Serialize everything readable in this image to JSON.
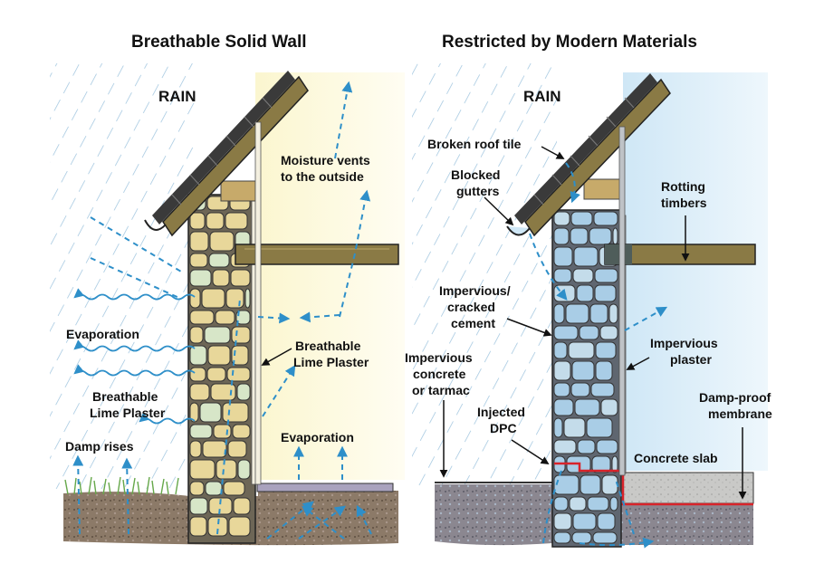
{
  "left_panel": {
    "title": "Breathable Solid Wall",
    "rain": "RAIN",
    "moisture_vents_1": "Moisture vents",
    "moisture_vents_2": "to the outside",
    "evaporation_left": "Evaporation",
    "breathable_inside_1": "Breathable",
    "breathable_inside_2": "Lime Plaster",
    "breathable_outside_1": "Breathable",
    "breathable_outside_2": "Lime Plaster",
    "damp_rises": "Damp rises",
    "evaporation_floor": "Evaporation"
  },
  "right_panel": {
    "title": "Restricted by Modern Materials",
    "rain": "RAIN",
    "broken_roof_tile": "Broken roof tile",
    "blocked_gutters_1": "Blocked",
    "blocked_gutters_2": "gutters",
    "rotting_timbers_1": "Rotting",
    "rotting_timbers_2": "timbers",
    "impervious_cement_1": "Impervious/",
    "impervious_cement_2": "cracked",
    "impervious_cement_3": "cement",
    "impervious_plaster_1": "Impervious",
    "impervious_plaster_2": "plaster",
    "impervious_concrete_1": "Impervious",
    "impervious_concrete_2": "concrete",
    "impervious_concrete_3": "or tarmac",
    "injected_dpc_1": "Injected",
    "injected_dpc_2": "DPC",
    "damp_proof_1": "Damp-proof",
    "damp_proof_2": "membrane",
    "concrete_slab": "Concrete slab"
  },
  "colors": {
    "rain_streaks": "#9bc2dd",
    "arrows": "#2e8fc9",
    "interior_warm": "#fbf7dc",
    "interior_cold": "#d7ecf7",
    "stone_dry": "#e8d79a",
    "stone_wet": "#a9cde6",
    "timber": "#8a7a45",
    "roof_tile": "#3a3a3a",
    "soil": "#8c7a68",
    "grass": "#66a84a",
    "dpc_red": "#d8232a"
  }
}
